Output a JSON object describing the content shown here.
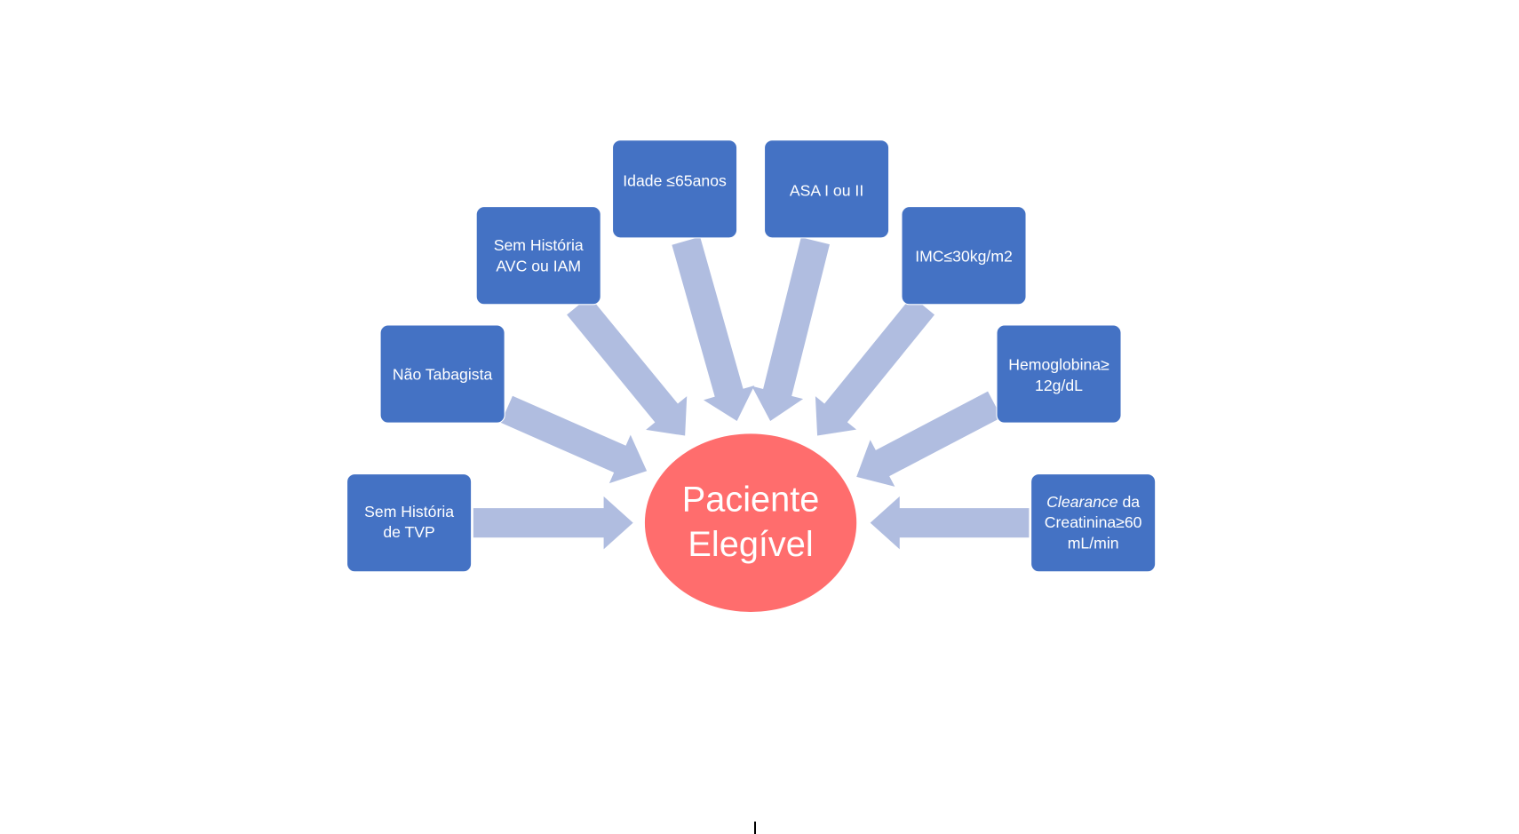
{
  "diagram": {
    "center": {
      "lines": [
        "Paciente",
        "Elegível"
      ],
      "color": "#ff6d6d"
    },
    "box_color": "#4472c4",
    "arrow_color": "#b0bde0",
    "criteria": [
      {
        "id": "tvp",
        "lines": [
          [
            {
              "t": "Sem História"
            }
          ],
          [
            {
              "t": "de TVP"
            }
          ]
        ]
      },
      {
        "id": "tabagista",
        "lines": [
          [
            {
              "t": "Não Tabagista"
            }
          ]
        ]
      },
      {
        "id": "avc-iam",
        "lines": [
          [
            {
              "t": "Sem História"
            }
          ],
          [
            {
              "t": "AVC ou IAM"
            }
          ]
        ]
      },
      {
        "id": "idade",
        "lines": [
          [
            {
              "t": "Idade ≤65anos"
            }
          ]
        ]
      },
      {
        "id": "asa",
        "lines": [
          [
            {
              "t": "ASA I ou II"
            }
          ]
        ]
      },
      {
        "id": "imc",
        "lines": [
          [
            {
              "t": "IMC≤30kg/m2"
            }
          ]
        ]
      },
      {
        "id": "hemoglobina",
        "lines": [
          [
            {
              "t": "Hemoglobina≥"
            }
          ],
          [
            {
              "t": "12g/dL"
            }
          ]
        ]
      },
      {
        "id": "clearance",
        "lines": [
          [
            {
              "t": "Clearance",
              "i": true
            },
            {
              "t": " da"
            }
          ],
          [
            {
              "t": "Creatinina≥60"
            }
          ],
          [
            {
              "t": "mL/min"
            }
          ]
        ]
      }
    ]
  }
}
